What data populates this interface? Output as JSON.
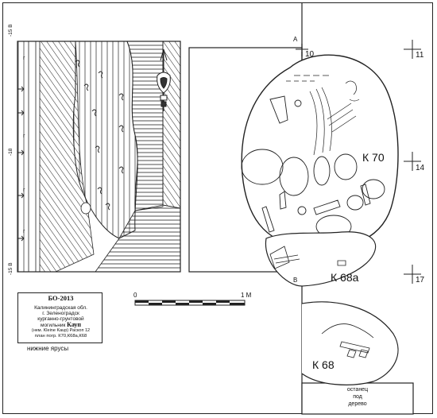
{
  "title_block": {
    "title": "БО-2013",
    "region": "Калининградская обл.",
    "town": "г. Зеленоградск",
    "site_type": "курганно-грунтовой",
    "site_name_prefix": "могильник",
    "site_name": "Кауп",
    "site_alt": "(нем. Kleine Kaup) Раскоп 12",
    "plan": "план погр. К70,К68а,К68"
  },
  "caption": "нижние ярусы",
  "scale": {
    "start": "0",
    "end": "1 М"
  },
  "section": {
    "top_label": "-15 В",
    "mid_label": "-18",
    "bottom_label": "-15 В",
    "marks": [
      "г",
      "г",
      "г",
      "г"
    ]
  },
  "plan_labels": {
    "a_letter": "А",
    "b_letter": "В",
    "grid_10": "10",
    "grid_11": "11",
    "grid_14": "14",
    "grid_17": "17",
    "burial_k70": "К 70",
    "burial_k68a": "К 68а",
    "burial_k68": "К 68",
    "remnant_line1": "останец",
    "remnant_line2": "под",
    "remnant_line3": "дерево"
  }
}
